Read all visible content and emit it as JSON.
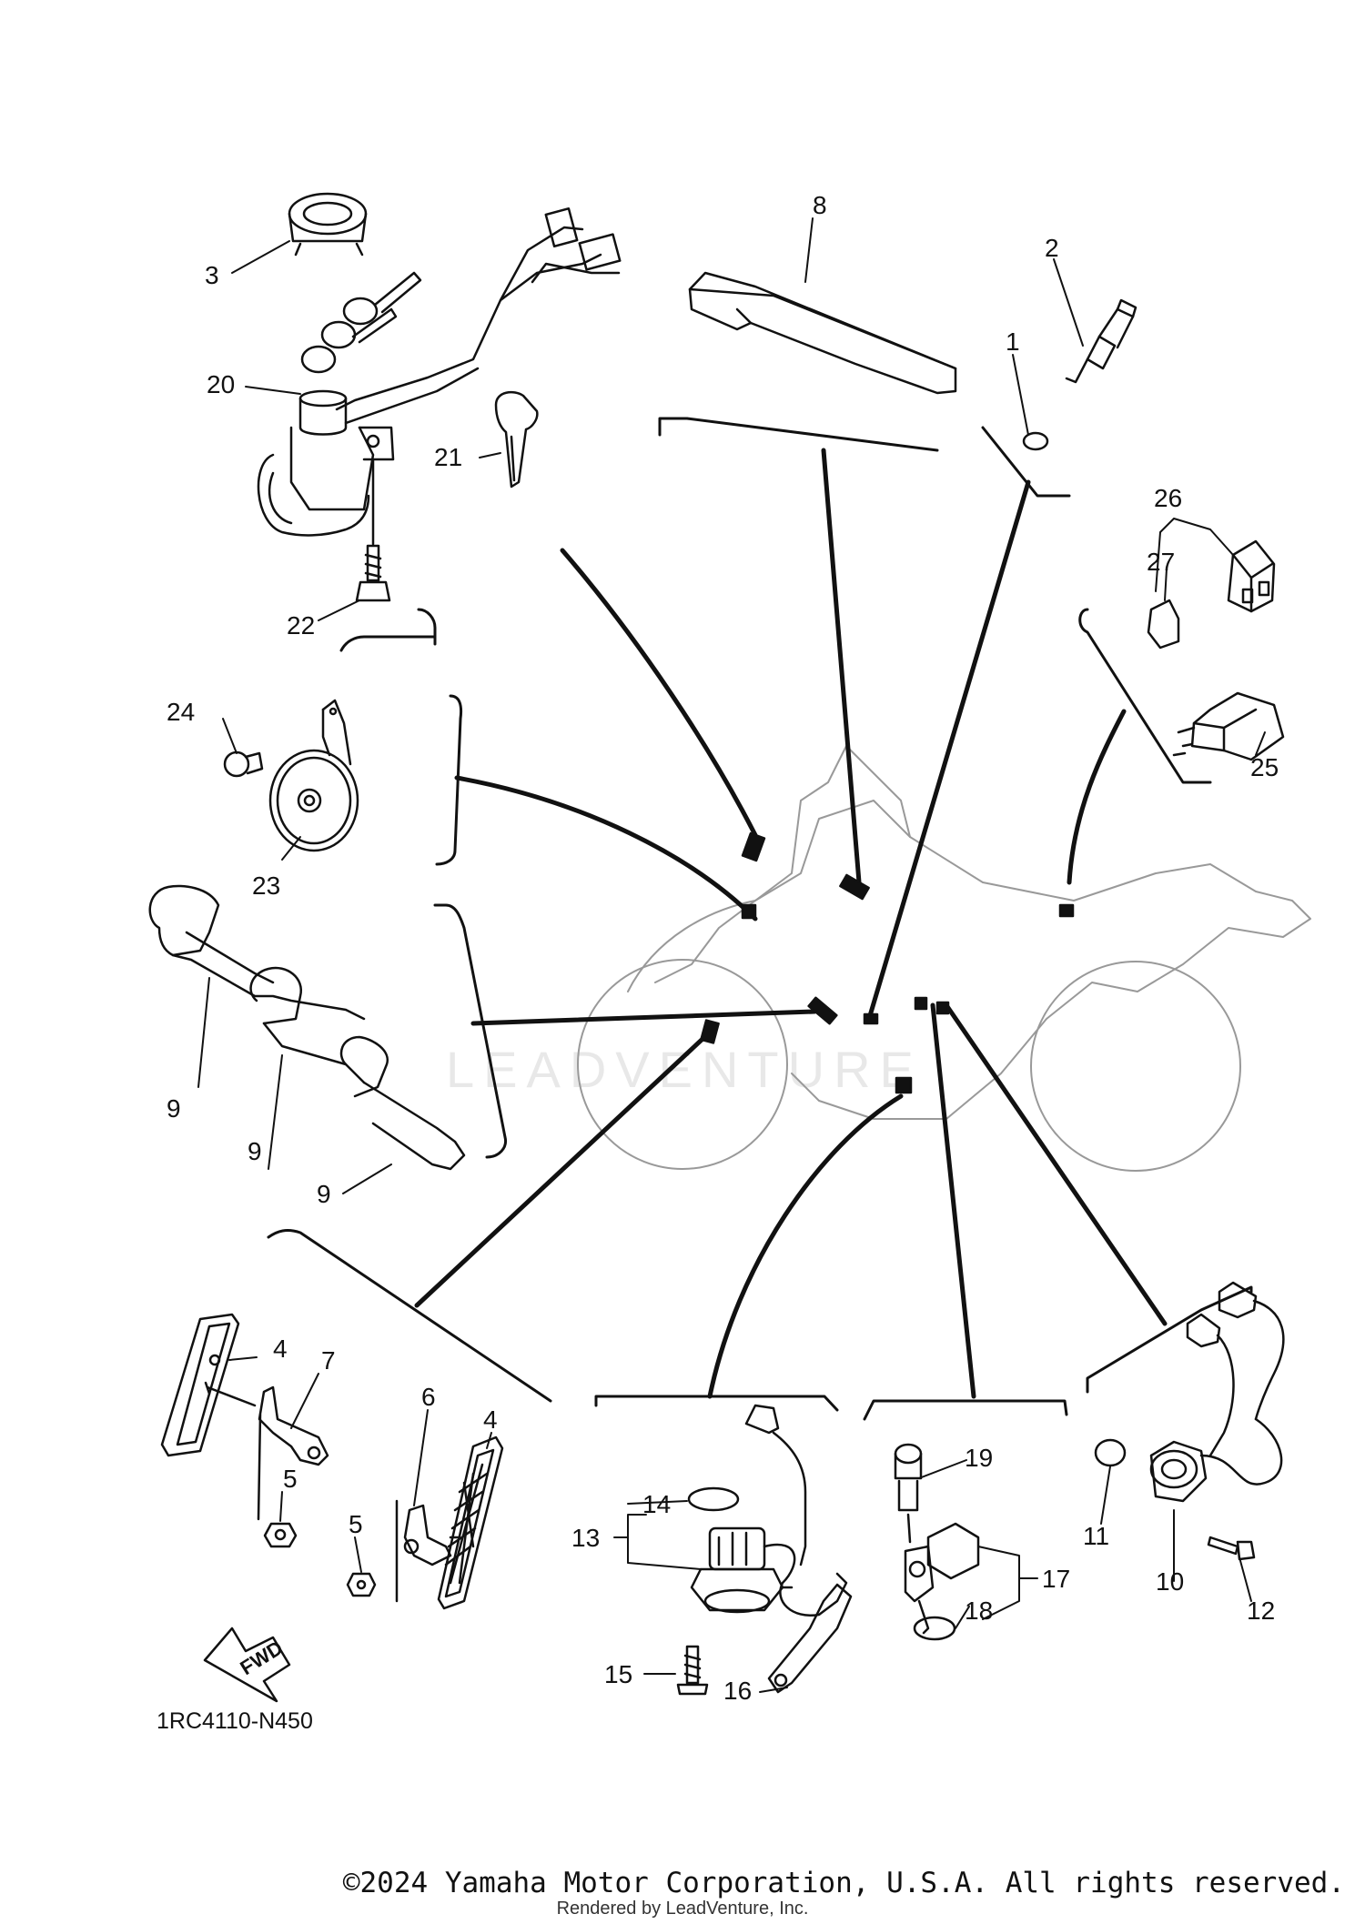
{
  "diagram": {
    "code": "1RC4110-N450",
    "watermark": "LEADVENTURE",
    "fwd_label": "FWD",
    "callouts": [
      "1",
      "2",
      "3",
      "4",
      "4",
      "5",
      "5",
      "6",
      "7",
      "8",
      "9",
      "9",
      "9",
      "10",
      "11",
      "12",
      "13",
      "14",
      "15",
      "16",
      "17",
      "18",
      "19",
      "20",
      "21",
      "22",
      "23",
      "24",
      "25",
      "26",
      "27"
    ]
  },
  "footer": {
    "copyright": "©2024 Yamaha Motor Corporation, U.S.A. All rights reserved.",
    "rendered_by": "Rendered by LeadVenture, Inc."
  }
}
